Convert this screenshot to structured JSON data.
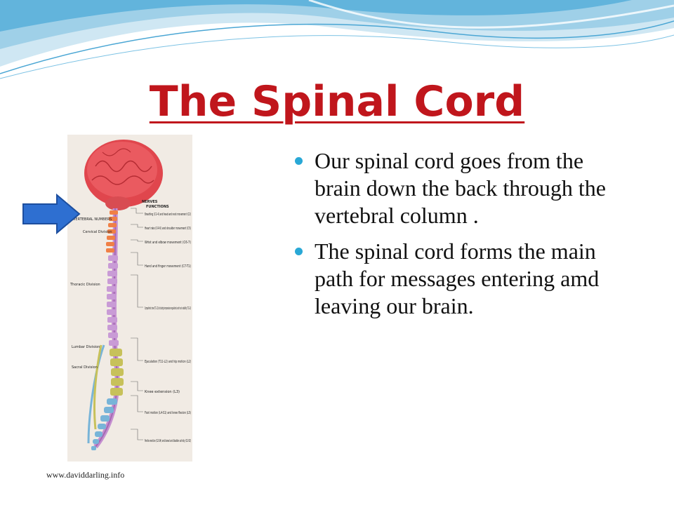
{
  "slide": {
    "title": "The Spinal Cord",
    "bullets": [
      "Our spinal cord goes from the brain down the back through the vertebral column .",
      "The spinal cord forms the main path for messages entering amd leaving our brain."
    ],
    "credit": "www.daviddarling.info",
    "colors": {
      "title": "#c0161c",
      "bullet": "#29a8d6",
      "arrow": "#2e6fd1"
    }
  },
  "figure": {
    "headers": {
      "nerves": "NERVES",
      "functions": "FUNCTIONS",
      "vertebral_numbers": "VERTEBRAL NUMBERS"
    },
    "divisions": [
      "Cervical Division",
      "Thoracic Division",
      "Lumbar Division",
      "Sacral Division"
    ],
    "functions": [
      "Breathing (C1-4) and head and neck movement (C2)",
      "Heart rate (C4-6) and shoulder movement (C5)",
      "Wrist and elbow movement (C6-7)",
      "Hand and finger movement (C7-T1)",
      "Sympathetic tone (T1-12) (including temperature regulation) and trunk stability (T2-12)",
      "Ejaculation (T11-L2) and hip motion (L2)",
      "Knee extension (L3)",
      "Foot motion (L4-S1) and knee flexion (L5)",
      "Penile erection (S2-S4) and bowel and bladder activity (S2-S3)"
    ]
  }
}
